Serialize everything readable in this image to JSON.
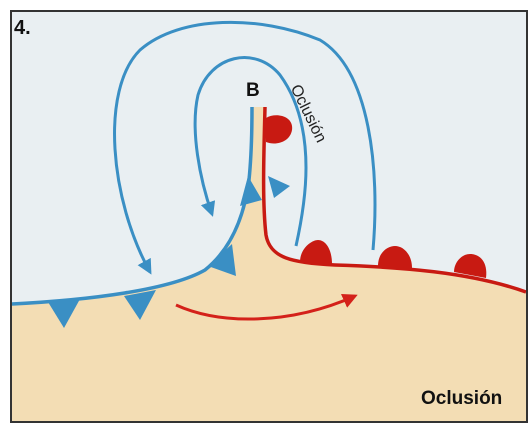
{
  "panel_number": "4.",
  "low_pressure_label": "B",
  "occlusion_front_label": "Oclusión",
  "caption": "Oclusión",
  "colors": {
    "cold_air": "#e9eff2",
    "warm_air": "#f3ddb4",
    "cold_front": "#3a8fc4",
    "warm_front": "#c81a12",
    "warm_flow_arrow": "#d4211a",
    "cold_flow_arrows": "#3a8fc4",
    "border": "#333333"
  },
  "icons": [
    "cold-front-triangle",
    "warm-front-semicircle",
    "flow-arrow"
  ]
}
